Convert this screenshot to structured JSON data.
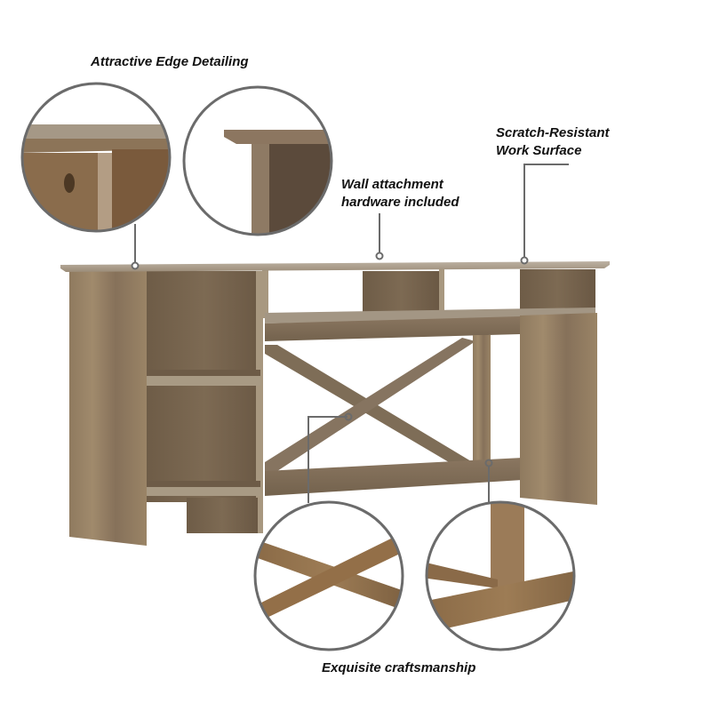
{
  "image": {
    "type": "product-feature-infographic",
    "subject": "wooden writing desk with side bookshelf and X-brace",
    "background": "#ffffff",
    "colors": {
      "callout_line": "#6b6b6b",
      "label_text": "#111111",
      "wood_light": "#9a8468",
      "wood_mid": "#7d6a52",
      "wood_dark": "#5e4e3c",
      "wood_edge": "#b3a590",
      "detail_wood": "#8a6a45"
    }
  },
  "callouts": [
    {
      "id": "edge",
      "lines": [
        "Attractive Edge Detailing"
      ]
    },
    {
      "id": "scratch",
      "lines": [
        "Scratch-Resistant",
        "Work Surface"
      ]
    },
    {
      "id": "wall",
      "lines": [
        "Wall attachment",
        "hardware included"
      ]
    },
    {
      "id": "craft",
      "lines": [
        "Exquisite craftsmanship"
      ]
    }
  ],
  "detail_circles": [
    {
      "id": "edge-detail-1",
      "depicts": "top corner edge molding with knotted wood side panel"
    },
    {
      "id": "edge-detail-2",
      "depicts": "profiled top edge over vertical panel"
    },
    {
      "id": "craft-detail-1",
      "depicts": "X-brace cross joint"
    },
    {
      "id": "craft-detail-2",
      "depicts": "post joined to lower stretcher"
    }
  ]
}
